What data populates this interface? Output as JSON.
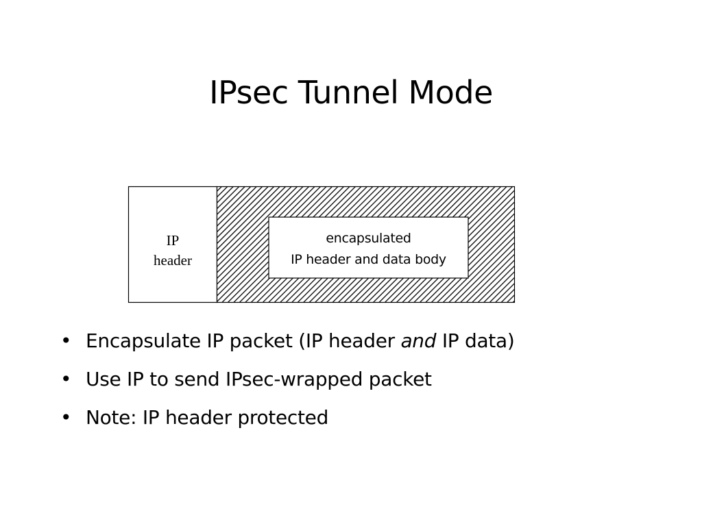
{
  "slide": {
    "title": "IPsec Tunnel Mode"
  },
  "diagram": {
    "outer_header": {
      "line1": "IP",
      "line2": "header"
    },
    "inner_box": {
      "line1": "encapsulated",
      "line2": "IP header and data body"
    },
    "colors": {
      "stroke": "#000000",
      "hatch": "#000000",
      "fill": "#ffffff"
    }
  },
  "bullets": {
    "bullet_glyph": "•",
    "items": [
      {
        "text_before": "Encapsulate IP packet (IP header ",
        "emphasis": "and",
        "text_after": " IP data)"
      },
      {
        "text": "Use IP to send IPsec-wrapped packet"
      },
      {
        "text": "Note: IP header protected"
      }
    ]
  }
}
